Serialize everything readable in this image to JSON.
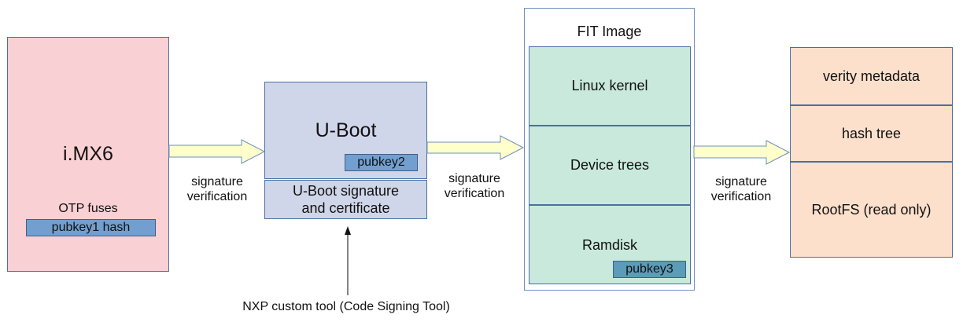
{
  "colors": {
    "imx6_fill": "#f9d0d3",
    "uboot_fill": "#d0d6e9",
    "fit_fill": "#c9e9dc",
    "rootfs_fill": "#fde0cc",
    "key_fill": "#729fcf",
    "pubkey3_fill": "#5b9cb9",
    "arrow_fill": "#ffffcc",
    "border": "#4a6fa5"
  },
  "imx6": {
    "title": "i.MX6",
    "fuses_label": "OTP fuses",
    "key_label": "pubkey1 hash"
  },
  "uboot": {
    "title": "U-Boot",
    "key_label": "pubkey2",
    "signature_label_line1": "U-Boot signature",
    "signature_label_line2": "and certificate"
  },
  "fit": {
    "title": "FIT Image",
    "sections": [
      {
        "label": "Linux kernel"
      },
      {
        "label": "Device trees"
      },
      {
        "label": "Ramdisk"
      }
    ],
    "key_label": "pubkey3"
  },
  "rootfs": {
    "sections": [
      {
        "label": "verity metadata"
      },
      {
        "label": "hash tree"
      },
      {
        "label": "RootFS (read only)"
      }
    ]
  },
  "arrows": [
    {
      "line1": "signature",
      "line2": "verification"
    },
    {
      "line1": "signature",
      "line2": "verification"
    },
    {
      "line1": "signature",
      "line2": "verification"
    }
  ],
  "tool": {
    "label": "NXP custom tool (Code Signing Tool)"
  }
}
